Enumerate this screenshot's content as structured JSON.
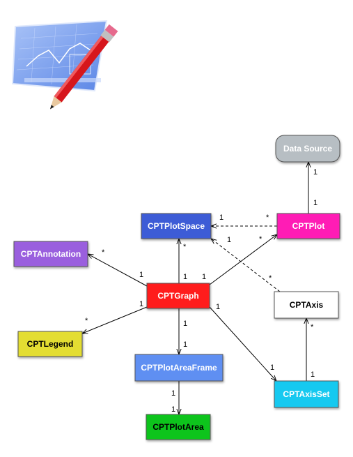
{
  "nodes": {
    "data_source": {
      "label": "Data Source",
      "fill": "#b7bec3",
      "text_color": "#ffffff"
    },
    "cptplotspace": {
      "label": "CPTPlotSpace",
      "fill": "#3e5bd6",
      "text_color": "#ffffff"
    },
    "cptplot": {
      "label": "CPTPlot",
      "fill": "#ff1fb5",
      "text_color": "#ffffff"
    },
    "cptannotation": {
      "label": "CPTAnnotation",
      "fill": "#9a5fde",
      "text_color": "#ffffff"
    },
    "cptgraph": {
      "label": "CPTGraph",
      "fill": "#ff1a1a",
      "text_color": "#ffffff"
    },
    "cptaxis": {
      "label": "CPTAxis",
      "fill": "#ffffff",
      "text_color": "#000000"
    },
    "cptlegend": {
      "label": "CPTLegend",
      "fill": "#e3dd32",
      "text_color": "#000000"
    },
    "cptplotareaframe": {
      "label": "CPTPlotAreaFrame",
      "fill": "#5f8ff2",
      "text_color": "#ffffff"
    },
    "cptaxisset": {
      "label": "CPTAxisSet",
      "fill": "#13c9f0",
      "text_color": "#ffffff"
    },
    "cptplotarea": {
      "label": "CPTPlotArea",
      "fill": "#0ec41b",
      "text_color": "#000000"
    }
  },
  "multiplicities": {
    "plot_to_datasource_near_source": "1",
    "plot_to_datasource_near_plot": "1",
    "plotspace_side_of_plot_link": "1",
    "plot_side_of_plotspace_link": "*",
    "graph_to_annotation_near_annotation": "*",
    "graph_to_annotation_near_graph": "1",
    "graph_to_plotspace_near_plotspace": "*",
    "graph_to_plotspace_near_graph": "1",
    "graph_to_plot_near_graph": "1",
    "graph_to_plot_near_plot": "*",
    "axis_to_plotspace_near_plotspace": "1",
    "axis_to_plotspace_near_axis": "*",
    "graph_to_legend_near_graph": "1",
    "graph_to_legend_near_legend": "*",
    "graph_to_frame_near_graph": "1",
    "graph_to_frame_near_frame": "1",
    "graph_to_axisset_near_graph": "1",
    "graph_to_axisset_near_axisset": "1",
    "axisset_to_axis_near_axis": "*",
    "axisset_to_axis_near_axisset": "1",
    "frame_to_area_near_frame": "1",
    "frame_to_area_near_area": "1"
  }
}
